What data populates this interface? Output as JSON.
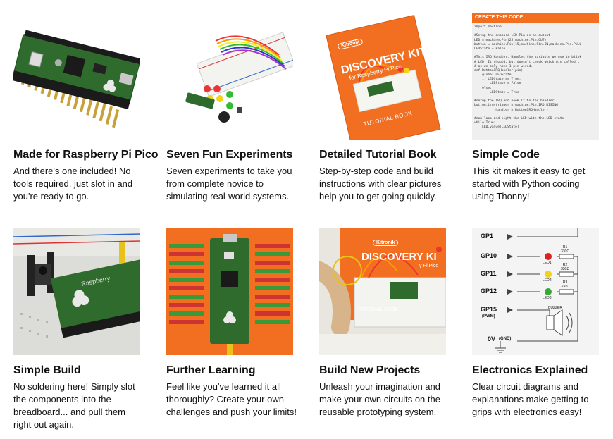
{
  "features": [
    {
      "title": "Made for Raspberry Pi Pico",
      "lines": [
        "And there's one included! No",
        "tools required, just slot in and",
        "you're ready to go."
      ]
    },
    {
      "title": "Seven Fun Experiments",
      "lines": [
        "Seven experiments to take you",
        "from complete novice to",
        "simulating real-world systems."
      ]
    },
    {
      "title": "Detailed Tutorial Book",
      "lines": [
        "Step-by-step code and build",
        "instructions with clear pictures",
        "help you to get going quickly."
      ],
      "book": {
        "brand": "Kitronik",
        "title": "DISCOVERY KIT",
        "subtitle": "for Raspberry Pi Pico",
        "footer": "TUTORIAL BOOK"
      }
    },
    {
      "title": "Simple Code",
      "lines": [
        "This kit makes it easy to get",
        "started with Python coding",
        "using Thonny!"
      ],
      "code_header": "CREATE THIS CODE",
      "code_lines": [
        "import machine",
        "",
        "#Setup the onboard LED Pin as an output",
        "LED = machine.Pin(25,machine.Pin.OUT)",
        "button = machine.Pin(15,machine.Pin.IN,machine.Pin.PULL",
        "LEDState = False",
        "",
        "#This IRQ Handler. Handles the variable we use to blink",
        "# LED. It should, but doesn't check which pin called t",
        "# as we only have 1 pin wired.",
        "def ButtonIRQHandler(pin):",
        "    global LEDState",
        "    if LEDState == True:",
        "        LEDState = False",
        "    else:",
        "        LEDState = True",
        "",
        "#setup the IRQ and hook it to the handler",
        "button.irq(trigger = machine.Pin.IRQ_RISING,",
        "           handler = ButtonIRQHandler)",
        "",
        "#now loop and light the LED with the LED state",
        "while True:",
        "    LED.value(LEDState)"
      ]
    },
    {
      "title": "Simple Build",
      "lines": [
        "No soldering here! Simply slot",
        "the components into the",
        "breadboard... and pull them",
        "right out again."
      ],
      "pico_label": "Raspberry"
    },
    {
      "title": "Further Learning",
      "lines": [
        "Feel like you've learned it all",
        "thoroughly? Create your own",
        "challenges and push your limits!"
      ]
    },
    {
      "title": "Build New Projects",
      "lines": [
        "Unleash your imagination and",
        "make your own circuits on the",
        "reusable prototyping system."
      ],
      "book": {
        "brand": "Kitronik",
        "title": "DISCOVERY KI",
        "subtitle": "y Pi Pico",
        "footer": "TUTORIAL BOOK"
      }
    },
    {
      "title": "Electronics Explained",
      "lines": [
        "Clear circuit diagrams and",
        "explanations make getting to",
        "grips with electronics easy!"
      ],
      "circuit": {
        "pins": [
          "GP1",
          "GP10",
          "GP11",
          "GP12",
          "GP15",
          "(PWM)",
          "0V",
          "(GND)"
        ],
        "leds": [
          "LED1",
          "LED2",
          "LED3"
        ],
        "resistors": [
          "R1",
          "R2",
          "R3"
        ],
        "resistor_value": "330Ω",
        "buzzer": "BUZZER"
      }
    }
  ]
}
